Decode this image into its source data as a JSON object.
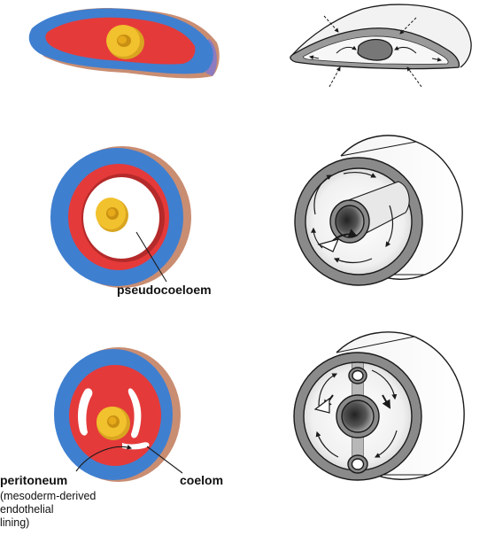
{
  "labels": {
    "pseudocoeloem": "pseudocoeloem",
    "coelom": "coelom",
    "peritoneum": "peritoneum",
    "peritoneum_note_line1": "(mesoderm-derived",
    "peritoneum_note_line2": "endothelial",
    "peritoneum_note_line3": "lining)"
  },
  "colors": {
    "ectoderm_blue": "#3f7fd0",
    "mesoderm_red": "#e53a3a",
    "endoderm_yellow": "#f2c12e",
    "rim_tan": "#c98d72",
    "outline": "#1a1a1a",
    "wall_gray": "#8a8a8a"
  }
}
